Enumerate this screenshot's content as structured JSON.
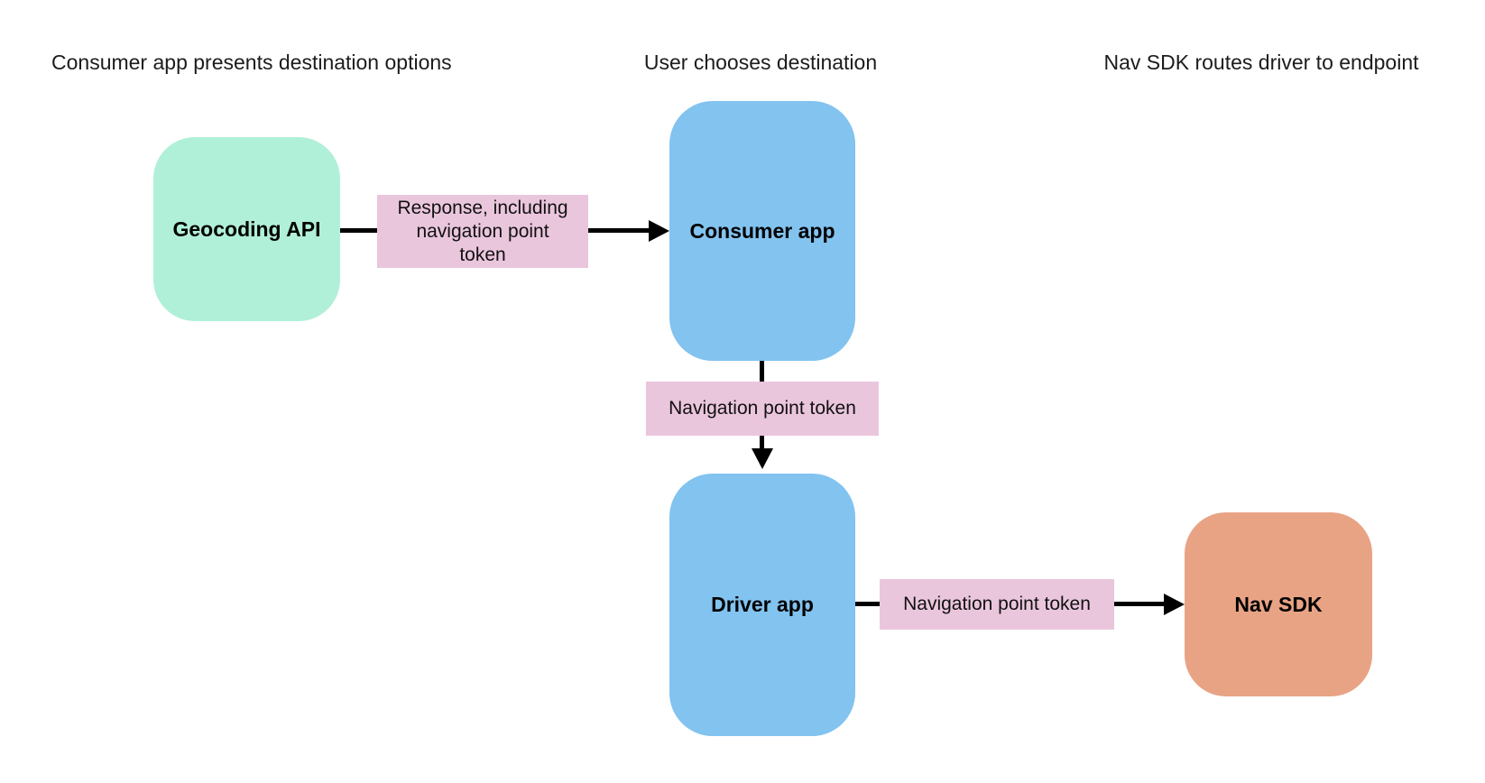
{
  "diagram": {
    "stage_headings": [
      "Consumer app presents destination options",
      "User chooses destination",
      "Nav SDK routes driver to endpoint"
    ],
    "nodes": {
      "geocoding_api": {
        "label": "Geocoding API",
        "color": "#B1F0D8"
      },
      "consumer_app": {
        "label": "Consumer app",
        "color": "#82C3F0"
      },
      "driver_app": {
        "label": "Driver app",
        "color": "#82C3F0"
      },
      "nav_sdk": {
        "label": "Nav SDK",
        "color": "#E8A385"
      }
    },
    "edges": {
      "geocoding_to_consumer": {
        "label": "Response, including navigation point token"
      },
      "consumer_to_driver": {
        "label": "Navigation point token"
      },
      "driver_to_nav_sdk": {
        "label": "Navigation point token"
      }
    },
    "style": {
      "edge_label_bg": "#EAC6DD",
      "connector_color": "#000000",
      "background": "#FFFFFF",
      "text_color": "#1C1C1C"
    }
  }
}
